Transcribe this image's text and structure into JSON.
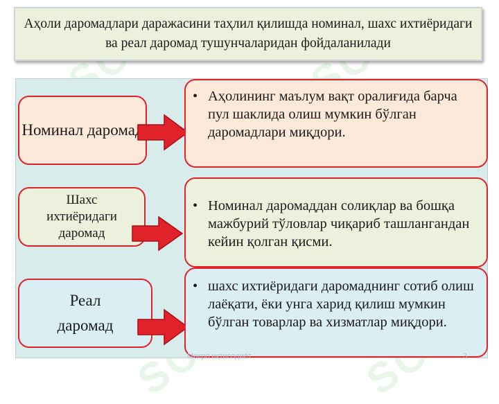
{
  "slide": {
    "title": "Аҳоли даромадлари даражасини таҳлил қилишда номинал, шахс ихтиёридаги ва реал даромад тушунчаларидан фойдаланилади",
    "rows": [
      {
        "label": "Номинал даромад",
        "description": "Аҳолининг маълум вақт оралиғида барча пул шаклида олиш мумкин бўлган даромадлари миқдори."
      },
      {
        "label": "Шахс ихтиёридаги даромад",
        "description": "Номинал даромаддан солиқлар ва бошқа мажбурий тўловлар чиқариб ташлангандан кейин қолган қисми."
      },
      {
        "label": "Реал даромад",
        "description": "шахс ихтиёридаги даромаднинг сотиб олиш лаёқати, ёки унга харид қилиш мумкин бўлган товарлар ва хизматлар миқдори."
      }
    ],
    "bullet_symbol": "•",
    "footer_text": "Макро иқтисодиёт",
    "page_number": "3",
    "watermark": "SOFF"
  },
  "colors": {
    "title_bg": "#ebf1dd",
    "panel_bg": "#d9ecec",
    "row1_bg": "#fde9d9",
    "row2_bg": "#ebf1dd",
    "row3_bg": "#dbeef3",
    "border": "#e0222a",
    "arrow": "#e0222a"
  }
}
